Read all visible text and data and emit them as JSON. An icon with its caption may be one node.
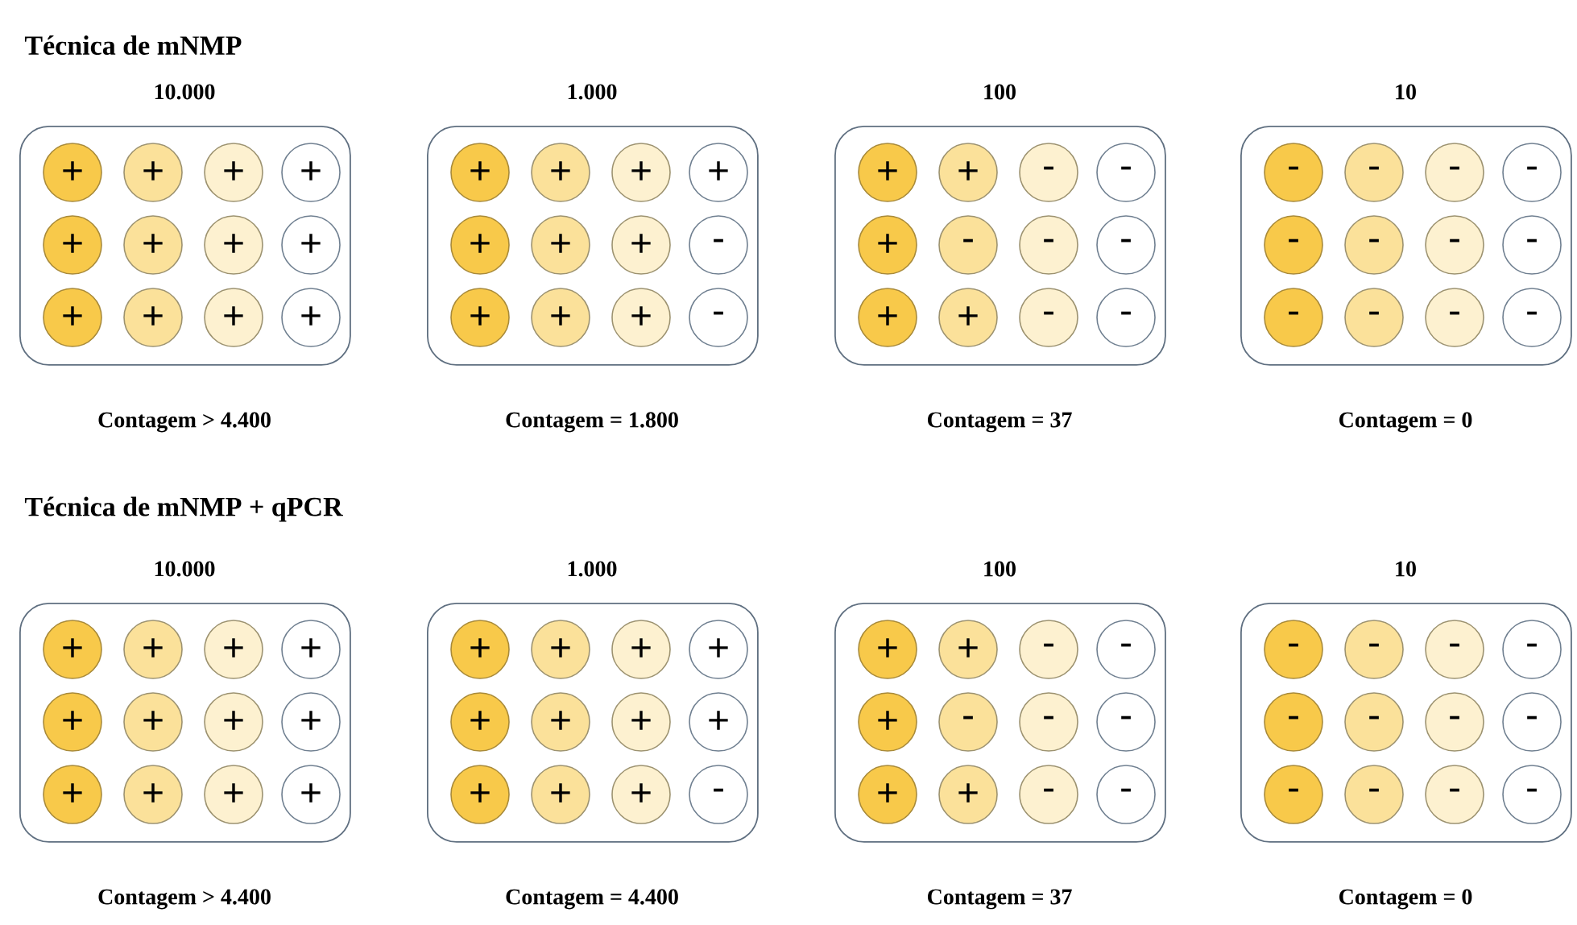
{
  "diagram": {
    "nodes": [
      {
        "text": [
          "10.000"
        ],
        "beside": [
          "Contagem > 4.400"
        ]
      },
      {
        "text": [
          "+"
        ],
        "in": 0
      },
      {
        "text": [
          "+"
        ],
        "in": 0
      },
      {
        "text": [
          "+"
        ],
        "in": 0
      },
      {
        "text": [
          "+"
        ],
        "in": 0
      },
      {
        "text": [
          "+"
        ],
        "in": 0
      },
      {
        "text": [
          "+"
        ],
        "in": 0
      },
      {
        "text": [
          "+"
        ],
        "in": 0
      },
      {
        "text": [
          "+"
        ],
        "in": 0
      },
      {
        "text": [
          "+"
        ],
        "in": 0
      },
      {
        "text": [
          "+"
        ],
        "in": 0
      },
      {
        "text": [
          "+"
        ],
        "in": 0
      },
      {
        "text": [
          "+"
        ],
        "in": 0
      },
      {
        "text": [
          "1.000"
        ],
        "beside": [
          "Contagem = 1.800"
        ]
      },
      {
        "text": [
          "+"
        ],
        "in": 13
      },
      {
        "text": [
          "+"
        ],
        "in": 13
      },
      {
        "text": [
          "+"
        ],
        "in": 13
      },
      {
        "text": [
          "+"
        ],
        "in": 13
      },
      {
        "text": [
          "+"
        ],
        "in": 13
      },
      {
        "text": [
          "+"
        ],
        "in": 13
      },
      {
        "text": [
          "+"
        ],
        "in": 13
      },
      {
        "text": [
          "-"
        ],
        "in": 13
      },
      {
        "text": [
          "+"
        ],
        "in": 13
      },
      {
        "text": [
          "+"
        ],
        "in": 13
      },
      {
        "text": [
          "+"
        ],
        "in": 13
      },
      {
        "text": [
          "-"
        ],
        "in": 13
      },
      {
        "text": [
          "100"
        ],
        "beside": [
          "Contagem = 37"
        ]
      },
      {
        "text": [
          "+"
        ],
        "in": 26
      },
      {
        "text": [
          "+"
        ],
        "in": 26
      },
      {
        "text": [
          "-"
        ],
        "in": 26
      },
      {
        "text": [
          "-"
        ],
        "in": 26
      },
      {
        "text": [
          "+"
        ],
        "in": 26
      },
      {
        "text": [
          "-"
        ],
        "in": 26
      },
      {
        "text": [
          "-"
        ],
        "in": 26
      },
      {
        "text": [
          "-"
        ],
        "in": 26
      },
      {
        "text": [
          "+"
        ],
        "in": 26
      },
      {
        "text": [
          "+"
        ],
        "in": 26
      },
      {
        "text": [
          "-"
        ],
        "in": 26
      },
      {
        "text": [
          "-"
        ],
        "in": 26
      },
      {
        "text": [
          "10"
        ],
        "beside": [
          "Contagem = 0"
        ]
      },
      {
        "text": [
          "-"
        ],
        "in": 39
      },
      {
        "text": [
          "-"
        ],
        "in": 39
      },
      {
        "text": [
          "-"
        ],
        "in": 39
      },
      {
        "text": [
          "-"
        ],
        "in": 39
      },
      {
        "text": [
          "-"
        ],
        "in": 39
      },
      {
        "text": [
          "-"
        ],
        "in": 39
      },
      {
        "text": [
          "-"
        ],
        "in": 39
      },
      {
        "text": [
          "-"
        ],
        "in": 39
      },
      {
        "text": [
          "-"
        ],
        "in": 39
      },
      {
        "text": [
          "-"
        ],
        "in": 39
      },
      {
        "text": [
          "-"
        ],
        "in": 39
      },
      {
        "text": [
          "-"
        ],
        "in": 39
      },
      {
        "text": [
          "10.000"
        ],
        "beside": [
          "Contagem > 4.400"
        ]
      },
      {
        "text": [
          "+"
        ],
        "in": 52
      },
      {
        "text": [
          "+"
        ],
        "in": 52
      },
      {
        "text": [
          "+"
        ],
        "in": 52
      },
      {
        "text": [
          "+"
        ],
        "in": 52
      },
      {
        "text": [
          "+"
        ],
        "in": 52
      },
      {
        "text": [
          "+"
        ],
        "in": 52
      },
      {
        "text": [
          "+"
        ],
        "in": 52
      },
      {
        "text": [
          "+"
        ],
        "in": 52
      },
      {
        "text": [
          "+"
        ],
        "in": 52
      },
      {
        "text": [
          "+"
        ],
        "in": 52
      },
      {
        "text": [
          "+"
        ],
        "in": 52
      },
      {
        "text": [
          "+"
        ],
        "in": 52
      },
      {
        "text": [
          "1.000"
        ],
        "beside": [
          "Contagem = 4.400"
        ]
      },
      {
        "text": [
          "+"
        ],
        "in": 65
      },
      {
        "text": [
          "+"
        ],
        "in": 65
      },
      {
        "text": [
          "+"
        ],
        "in": 65
      },
      {
        "text": [
          "+"
        ],
        "in": 65
      },
      {
        "text": [
          "+"
        ],
        "in": 65
      },
      {
        "text": [
          "+"
        ],
        "in": 65
      },
      {
        "text": [
          "+"
        ],
        "in": 65
      },
      {
        "text": [
          "+"
        ],
        "in": 65
      },
      {
        "text": [
          "+"
        ],
        "in": 65
      },
      {
        "text": [
          "+"
        ],
        "in": 65
      },
      {
        "text": [
          "+"
        ],
        "in": 65
      },
      {
        "text": [
          "-"
        ],
        "in": 65
      },
      {
        "text": [
          "100"
        ],
        "beside": [
          "Contagem = 37"
        ]
      },
      {
        "text": [
          "+"
        ],
        "in": 78
      },
      {
        "text": [
          "+"
        ],
        "in": 78
      },
      {
        "text": [
          "-"
        ],
        "in": 78
      },
      {
        "text": [
          "-"
        ],
        "in": 78
      },
      {
        "text": [
          "+"
        ],
        "in": 78
      },
      {
        "text": [
          "-"
        ],
        "in": 78
      },
      {
        "text": [
          "-"
        ],
        "in": 78
      },
      {
        "text": [
          "-"
        ],
        "in": 78
      },
      {
        "text": [
          "+"
        ],
        "in": 78
      },
      {
        "text": [
          "+"
        ],
        "in": 78
      },
      {
        "text": [
          "-"
        ],
        "in": 78
      },
      {
        "text": [
          "-"
        ],
        "in": 78
      },
      {
        "text": [
          "10"
        ],
        "beside": [
          "Contagem = 0"
        ]
      },
      {
        "text": [
          "-"
        ],
        "in": 91
      },
      {
        "text": [
          "-"
        ],
        "in": 91
      },
      {
        "text": [
          "-"
        ],
        "in": 91
      },
      {
        "text": [
          "-"
        ],
        "in": 91
      },
      {
        "text": [
          "-"
        ],
        "in": 91
      },
      {
        "text": [
          "-"
        ],
        "in": 91
      },
      {
        "text": [
          "-"
        ],
        "in": 91
      },
      {
        "text": [
          "-"
        ],
        "in": 91
      },
      {
        "text": [
          "-"
        ],
        "in": 91
      },
      {
        "text": [
          "-"
        ],
        "in": 91
      },
      {
        "text": [
          "-"
        ],
        "in": 91
      },
      {
        "text": [
          "-"
        ],
        "in": 91
      }
    ],
    "labels": [
      "Técnica de mNMP",
      "Técnica de mNMP + qPCR"
    ]
  }
}
